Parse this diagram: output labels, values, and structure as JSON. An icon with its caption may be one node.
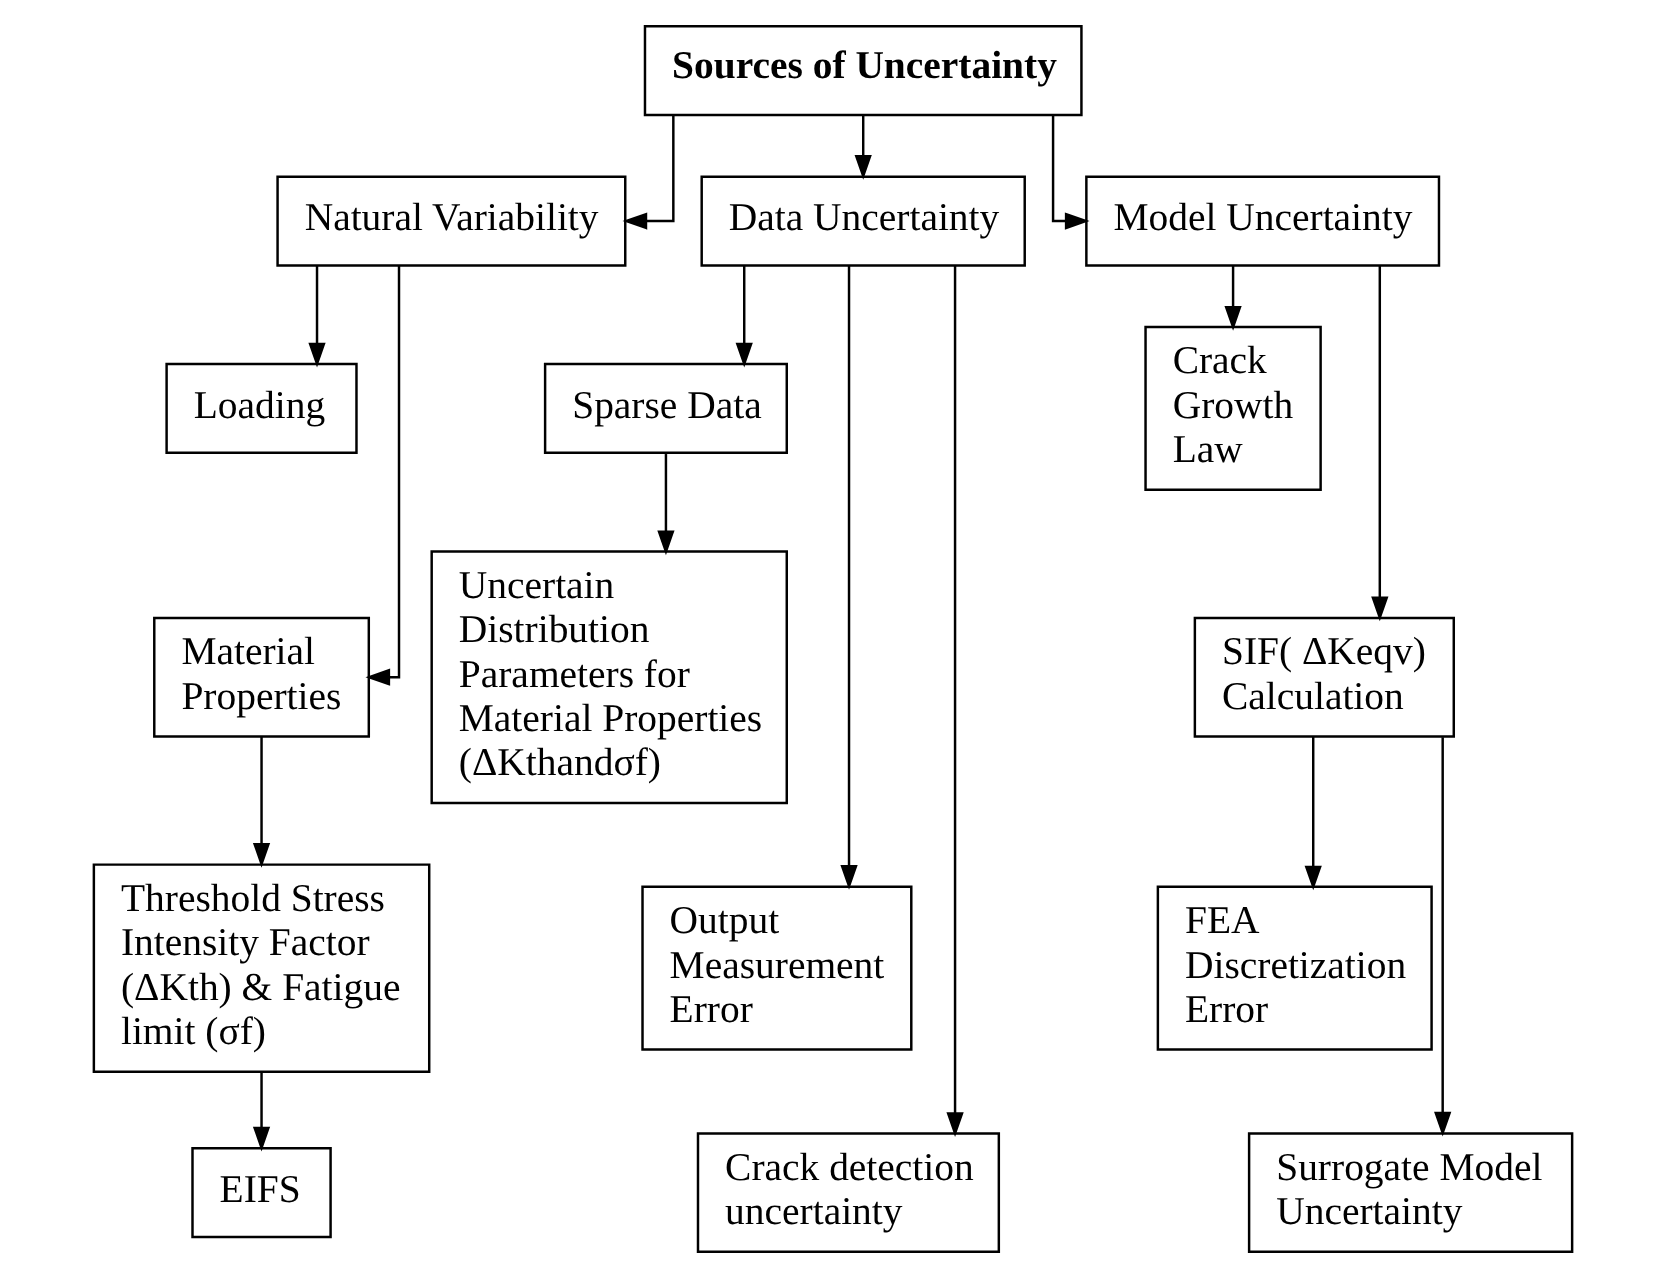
{
  "diagram": {
    "nodes": [
      {
        "text": [
          "Sources of Uncertainty"
        ]
      },
      {
        "text": [
          "Natural Variability"
        ]
      },
      {
        "text": [
          "Data Uncertainty"
        ]
      },
      {
        "text": [
          "Model Uncertainty"
        ]
      },
      {
        "text": [
          "Loading"
        ]
      },
      {
        "text": [
          "Material Properties"
        ]
      },
      {
        "text": [
          "Threshold Stress Intensity Factor (ΔKth) & Fatigue limit (σf)"
        ]
      },
      {
        "text": [
          "EIFS"
        ]
      },
      {
        "text": [
          "Sparse Data"
        ]
      },
      {
        "text": [
          "Uncertain Distribution Parameters for Material Properties (ΔKthandσf)"
        ]
      },
      {
        "text": [
          "Output Measurement Error"
        ]
      },
      {
        "text": [
          "Crack detection uncertainty"
        ]
      },
      {
        "text": [
          "Crack Growth Law"
        ]
      },
      {
        "text": [
          "SIF( ΔKeqv) Calculation"
        ]
      },
      {
        "text": [
          "FEA Discretization Error"
        ]
      },
      {
        "text": [
          "Surrogate Model Uncertainty"
        ]
      }
    ],
    "edges": [
      {
        "from": 0,
        "to": 1,
        "arrow": "to"
      },
      {
        "from": 0,
        "to": 2,
        "arrow": "to"
      },
      {
        "from": 0,
        "to": 3,
        "arrow": "to"
      },
      {
        "from": 1,
        "to": 4,
        "arrow": "to"
      },
      {
        "from": 1,
        "to": 5,
        "arrow": "to"
      },
      {
        "from": 5,
        "to": 6,
        "arrow": "to"
      },
      {
        "from": 6,
        "to": 7,
        "arrow": "to"
      },
      {
        "from": 2,
        "to": 8,
        "arrow": "to"
      },
      {
        "from": 8,
        "to": 9,
        "arrow": "to"
      },
      {
        "from": 2,
        "to": 10,
        "arrow": "to"
      },
      {
        "from": 2,
        "to": 11,
        "arrow": "to"
      },
      {
        "from": 3,
        "to": 12,
        "arrow": "to"
      },
      {
        "from": 3,
        "to": 13,
        "arrow": "to"
      },
      {
        "from": 13,
        "to": 14,
        "arrow": "to"
      },
      {
        "from": 13,
        "to": 15,
        "arrow": "to"
      }
    ]
  }
}
